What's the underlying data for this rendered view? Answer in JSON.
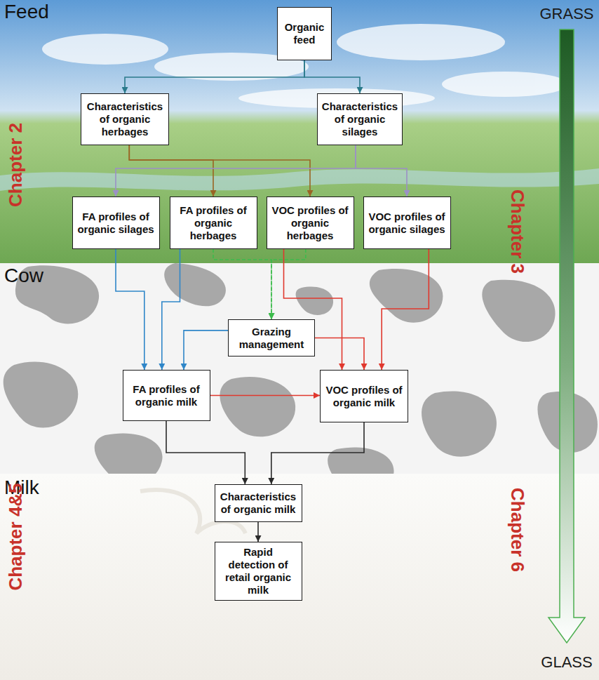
{
  "diagram": {
    "nodes": [
      {
        "text": [
          "Organic feed"
        ]
      },
      {
        "text": [
          "Characteristics of organic herbages"
        ]
      },
      {
        "text": [
          "Characteristics of organic silages"
        ]
      },
      {
        "text": [
          "FA profiles of organic silages"
        ]
      },
      {
        "text": [
          "FA profiles of organic herbages"
        ]
      },
      {
        "text": [
          "VOC profiles of organic herbages"
        ]
      },
      {
        "text": [
          "VOC profiles of organic silages"
        ]
      },
      {
        "text": [
          "Grazing management"
        ]
      },
      {
        "text": [
          "FA profiles of organic milk"
        ]
      },
      {
        "text": [
          "VOC profiles of organic milk"
        ]
      },
      {
        "text": [
          "Characteristics of organic milk"
        ]
      },
      {
        "text": [
          "Rapid detection of retail organic milk"
        ]
      }
    ],
    "edges": [
      {
        "from": 0,
        "to": 1,
        "arrow": "to"
      },
      {
        "from": 0,
        "to": 2,
        "arrow": "to"
      },
      {
        "from": 1,
        "to": 4,
        "arrow": "to"
      },
      {
        "from": 1,
        "to": 5,
        "arrow": "to"
      },
      {
        "from": 2,
        "to": 3,
        "arrow": "to"
      },
      {
        "from": 2,
        "to": 6,
        "arrow": "to"
      },
      {
        "from": 3,
        "to": 8,
        "arrow": "to"
      },
      {
        "from": 4,
        "to": 8,
        "arrow": "to"
      },
      {
        "from": 4,
        "to": 7,
        "arrow": "to"
      },
      {
        "from": 5,
        "to": 7,
        "arrow": "to"
      },
      {
        "from": 5,
        "to": 9,
        "arrow": "to"
      },
      {
        "from": 6,
        "to": 9,
        "arrow": "to"
      },
      {
        "from": 7,
        "to": 8,
        "arrow": "to"
      },
      {
        "from": 7,
        "to": 9,
        "arrow": "to"
      },
      {
        "from": 8,
        "to": 9,
        "arrow": "to"
      },
      {
        "from": 8,
        "to": 10,
        "arrow": "to"
      },
      {
        "from": 9,
        "to": 10,
        "arrow": "to"
      },
      {
        "from": 10,
        "to": 11,
        "arrow": "to"
      }
    ],
    "labels": [
      "Feed",
      "Cow",
      "Milk",
      "Chapter 2",
      "Chapter 3",
      "Chapter 4&5",
      "Chapter 6",
      "GRASS",
      "GLASS"
    ]
  }
}
